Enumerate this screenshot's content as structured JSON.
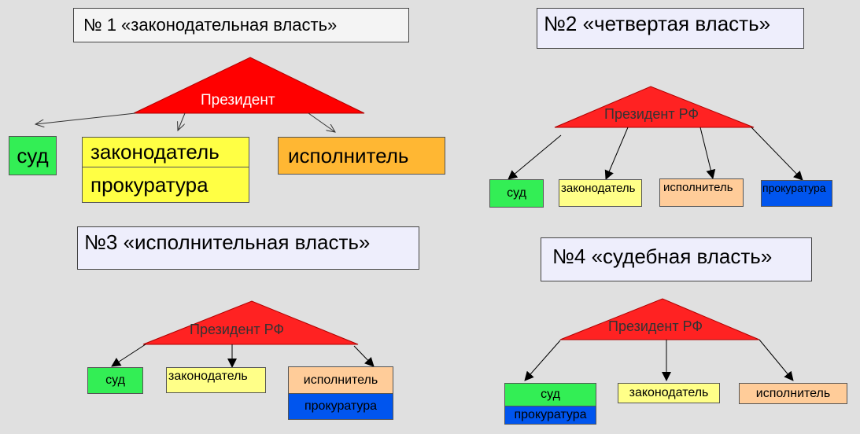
{
  "diagrams": [
    {
      "title": "№ 1 «законодательная  власть»",
      "apex": "Президент",
      "nodes": [
        "суд",
        "законодатель",
        "прокуратура",
        "исполнитель"
      ]
    },
    {
      "title": "№2 «четвертая власть»",
      "apex": "Президент РФ",
      "nodes": [
        "суд",
        "законодатель",
        "исполнитель",
        "прокуратура"
      ]
    },
    {
      "title": "№3 «исполнительная власть»",
      "apex": "Президент РФ",
      "nodes": [
        "суд",
        "законодатель",
        "исполнитель",
        "прокуратура"
      ]
    },
    {
      "title": "№4 «судебная власть»",
      "apex": "Президент РФ",
      "nodes": [
        "суд",
        "прокуратура",
        "законодатель",
        "исполнитель"
      ]
    }
  ],
  "colors": {
    "background": "#e0e0e0",
    "triangle": "#ff0000",
    "green": "#33ee55",
    "yellow": "#ffff44",
    "light_yellow": "#ffff88",
    "orange": "#ffb733",
    "peach": "#ffcc99",
    "blue": "#0055ee",
    "title_bg_1": "#f4f4f4",
    "title_bg": "#eeeefc"
  }
}
